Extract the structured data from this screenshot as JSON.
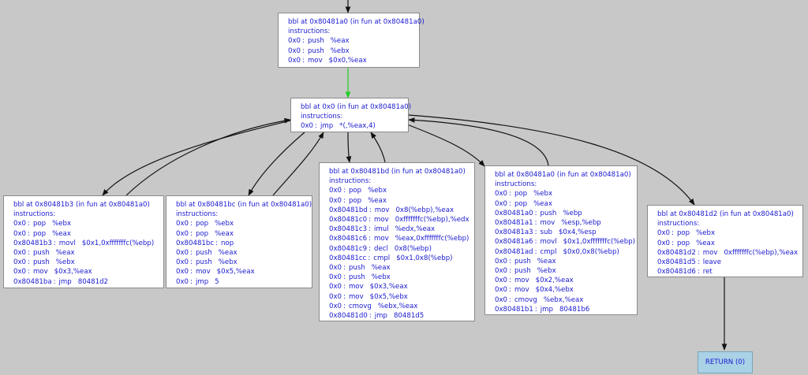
{
  "colors": {
    "background": "#c8c8c8",
    "node_fill": "#ffffff",
    "node_text": "#1a1ad0",
    "edge": "#111111",
    "edge_entry": "#22cc22",
    "return_fill": "#a9d2e6"
  },
  "nodes": [
    {
      "id": "entry",
      "title": "bbl at 0x80481a0  (in fun at 0x80481a0)",
      "header": "instructions:",
      "instructions": [
        {
          "addr": "0x0",
          "op": "push",
          "arg": "%eax"
        },
        {
          "addr": "0x0",
          "op": "push",
          "arg": "%ebx"
        },
        {
          "addr": "0x0",
          "op": "mov",
          "arg": "$0x0,%eax"
        }
      ]
    },
    {
      "id": "dispatch",
      "title": "bbl at 0x0  (in fun at 0x80481a0)",
      "header": "instructions:",
      "instructions": [
        {
          "addr": "0x0",
          "op": "jmp",
          "arg": "*(,%eax,4)"
        }
      ]
    },
    {
      "id": "b3",
      "title": "bbl at 0x80481b3  (in fun at 0x80481a0)",
      "header": "instructions:",
      "instructions": [
        {
          "addr": "0x0",
          "op": "pop",
          "arg": "%ebx"
        },
        {
          "addr": "0x0",
          "op": "pop",
          "arg": "%eax"
        },
        {
          "addr": "0x80481b3",
          "op": "movl",
          "arg": "$0x1,0xfffffffc(%ebp)"
        },
        {
          "addr": "0x0",
          "op": "push",
          "arg": "%eax"
        },
        {
          "addr": "0x0",
          "op": "push",
          "arg": "%ebx"
        },
        {
          "addr": "0x0",
          "op": "mov",
          "arg": "$0x3,%eax"
        },
        {
          "addr": "0x80481ba",
          "op": "jmp",
          "arg": "80481d2"
        }
      ]
    },
    {
      "id": "bc",
      "title": "bbl at 0x80481bc  (in fun at 0x80481a0)",
      "header": "instructions:",
      "instructions": [
        {
          "addr": "0x0",
          "op": "pop",
          "arg": "%ebx"
        },
        {
          "addr": "0x0",
          "op": "pop",
          "arg": "%eax"
        },
        {
          "addr": "0x80481bc",
          "op": "nop",
          "arg": ""
        },
        {
          "addr": "0x0",
          "op": "push",
          "arg": "%eax"
        },
        {
          "addr": "0x0",
          "op": "push",
          "arg": "%ebx"
        },
        {
          "addr": "0x0",
          "op": "mov",
          "arg": "$0x5,%eax"
        },
        {
          "addr": "0x0",
          "op": "jmp",
          "arg": "5"
        }
      ]
    },
    {
      "id": "bd",
      "title": "bbl at 0x80481bd  (in fun at 0x80481a0)",
      "header": "instructions:",
      "instructions": [
        {
          "addr": "0x0",
          "op": "pop",
          "arg": "%ebx"
        },
        {
          "addr": "0x0",
          "op": "pop",
          "arg": "%eax"
        },
        {
          "addr": "0x80481bd",
          "op": "mov",
          "arg": "0x8(%ebp),%eax"
        },
        {
          "addr": "0x80481c0",
          "op": "mov",
          "arg": "0xfffffffc(%ebp),%edx"
        },
        {
          "addr": "0x80481c3",
          "op": "imul",
          "arg": "%edx,%eax"
        },
        {
          "addr": "0x80481c6",
          "op": "mov",
          "arg": "%eax,0xfffffffc(%ebp)"
        },
        {
          "addr": "0x80481c9",
          "op": "decl",
          "arg": "0x8(%ebp)"
        },
        {
          "addr": "0x80481cc",
          "op": "cmpl",
          "arg": "$0x1,0x8(%ebp)"
        },
        {
          "addr": "0x0",
          "op": "push",
          "arg": "%eax"
        },
        {
          "addr": "0x0",
          "op": "push",
          "arg": "%ebx"
        },
        {
          "addr": "0x0",
          "op": "mov",
          "arg": "$0x3,%eax"
        },
        {
          "addr": "0x0",
          "op": "mov",
          "arg": "$0x5,%ebx"
        },
        {
          "addr": "0x0",
          "op": "cmovg",
          "arg": "%ebx,%eax"
        },
        {
          "addr": "0x80481d0",
          "op": "jmp",
          "arg": "80481d5"
        }
      ]
    },
    {
      "id": "a0b",
      "title": "bbl at 0x80481a0  (in fun at 0x80481a0)",
      "header": "instructions:",
      "instructions": [
        {
          "addr": "0x0",
          "op": "pop",
          "arg": "%ebx"
        },
        {
          "addr": "0x0",
          "op": "pop",
          "arg": "%eax"
        },
        {
          "addr": "0x80481a0",
          "op": "push",
          "arg": "%ebp"
        },
        {
          "addr": "0x80481a1",
          "op": "mov",
          "arg": "%esp,%ebp"
        },
        {
          "addr": "0x80481a3",
          "op": "sub",
          "arg": "$0x4,%esp"
        },
        {
          "addr": "0x80481a6",
          "op": "movl",
          "arg": "$0x1,0xfffffffc(%ebp)"
        },
        {
          "addr": "0x80481ad",
          "op": "cmpl",
          "arg": "$0x0,0x8(%ebp)"
        },
        {
          "addr": "0x0",
          "op": "push",
          "arg": "%eax"
        },
        {
          "addr": "0x0",
          "op": "push",
          "arg": "%ebx"
        },
        {
          "addr": "0x0",
          "op": "mov",
          "arg": "$0x2,%eax"
        },
        {
          "addr": "0x0",
          "op": "mov",
          "arg": "$0x4,%ebx"
        },
        {
          "addr": "0x0",
          "op": "cmovg",
          "arg": "%ebx,%eax"
        },
        {
          "addr": "0x80481b1",
          "op": "jmp",
          "arg": "80481b6"
        }
      ]
    },
    {
      "id": "d2",
      "title": "bbl at 0x80481d2  (in fun at 0x80481a0)",
      "header": "instructions:",
      "instructions": [
        {
          "addr": "0x0",
          "op": "pop",
          "arg": "%ebx"
        },
        {
          "addr": "0x0",
          "op": "pop",
          "arg": "%eax"
        },
        {
          "addr": "0x80481d2",
          "op": "mov",
          "arg": "0xfffffffc(%ebp),%eax"
        },
        {
          "addr": "0x80481d5",
          "op": "leave",
          "arg": ""
        },
        {
          "addr": "0x80481d6",
          "op": "ret",
          "arg": ""
        }
      ]
    }
  ],
  "return_node": {
    "label": "RETURN (0)"
  }
}
